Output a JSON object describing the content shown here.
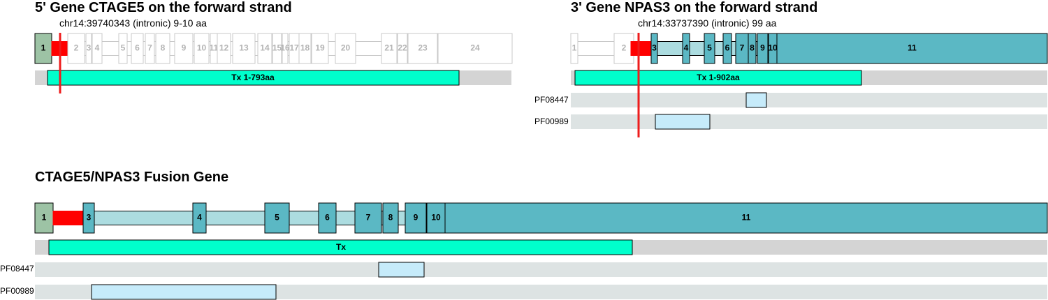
{
  "titles": {
    "gene5": "5' Gene CTAGE5 on the forward strand",
    "gene3": "3' Gene NPAS3 on the forward strand",
    "fusion": "CTAGE5/NPAS3 Fusion Gene"
  },
  "breakpoints": {
    "gene5": "chr14:39740343 (intronic) 9-10 aa",
    "gene3": "chr14:33737390 (intronic) 99 aa"
  },
  "colors": {
    "five_prime_exon": "#9dc3a5",
    "breakpoint_exon": "#ff0000",
    "three_prime_exon": "#5bb8c4",
    "intron": "#acdce0",
    "inactive_exon_stroke": "#c8c8c8",
    "track_bg": "#d4d4d4",
    "domain_bg": "#dde3e3",
    "transcript": "#00ffcc",
    "domain_box": "#c6ebfa",
    "breakpoint_line": "#ee1c1c"
  },
  "gene5": {
    "exons": [
      {
        "label": "1",
        "style": "green"
      },
      {
        "label": "",
        "style": "red"
      },
      {
        "label": "2",
        "style": "inactive"
      },
      {
        "label": "3",
        "style": "inactive"
      },
      {
        "label": "4",
        "style": "inactive"
      },
      {
        "label": "5",
        "style": "inactive"
      },
      {
        "label": "6",
        "style": "inactive"
      },
      {
        "label": "7",
        "style": "inactive"
      },
      {
        "label": "8",
        "style": "inactive"
      },
      {
        "label": "9",
        "style": "inactive"
      },
      {
        "label": "10",
        "style": "inactive"
      },
      {
        "label": "11",
        "style": "inactive"
      },
      {
        "label": "12",
        "style": "inactive"
      },
      {
        "label": "13",
        "style": "inactive"
      },
      {
        "label": "14",
        "style": "inactive"
      },
      {
        "label": "15",
        "style": "inactive"
      },
      {
        "label": "16",
        "style": "inactive"
      },
      {
        "label": "17",
        "style": "inactive"
      },
      {
        "label": "18",
        "style": "inactive"
      },
      {
        "label": "19",
        "style": "inactive"
      },
      {
        "label": "20",
        "style": "inactive"
      },
      {
        "label": "21",
        "style": "inactive"
      },
      {
        "label": "22",
        "style": "inactive"
      },
      {
        "label": "23",
        "style": "inactive"
      },
      {
        "label": "24",
        "style": "inactive"
      }
    ],
    "transcript_label": "Tx 1-793aa"
  },
  "gene3": {
    "exons": [
      {
        "label": "1",
        "style": "inactive"
      },
      {
        "label": "2",
        "style": "inactive"
      },
      {
        "label": "",
        "style": "red"
      },
      {
        "label": "3",
        "style": "teal"
      },
      {
        "label": "4",
        "style": "teal"
      },
      {
        "label": "5",
        "style": "teal"
      },
      {
        "label": "6",
        "style": "teal"
      },
      {
        "label": "7",
        "style": "teal"
      },
      {
        "label": "8",
        "style": "teal"
      },
      {
        "label": "9",
        "style": "teal"
      },
      {
        "label": "10",
        "style": "teal"
      },
      {
        "label": "11",
        "style": "teal"
      }
    ],
    "transcript_label": "Tx 1-902aa",
    "domains": [
      "PF08447",
      "PF00989"
    ]
  },
  "fusion": {
    "exons": [
      {
        "label": "1",
        "style": "green"
      },
      {
        "label": "",
        "style": "red"
      },
      {
        "label": "3",
        "style": "teal"
      },
      {
        "label": "4",
        "style": "teal"
      },
      {
        "label": "5",
        "style": "teal"
      },
      {
        "label": "6",
        "style": "teal"
      },
      {
        "label": "7",
        "style": "teal"
      },
      {
        "label": "8",
        "style": "teal"
      },
      {
        "label": "9",
        "style": "teal"
      },
      {
        "label": "10",
        "style": "teal"
      },
      {
        "label": "11",
        "style": "teal"
      }
    ],
    "transcript_label": "Tx",
    "domains": [
      "PF08447",
      "PF00989"
    ]
  }
}
